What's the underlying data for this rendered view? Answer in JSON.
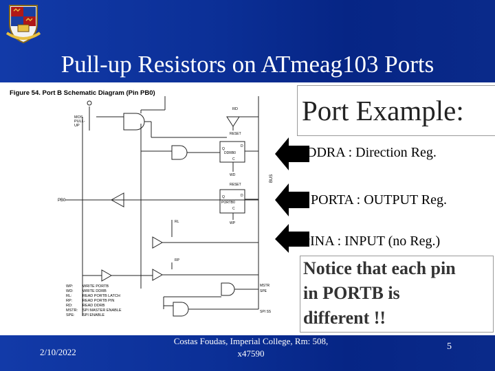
{
  "slide": {
    "title": "Pull-up Resistors on ATmeag103 Ports",
    "date": "2/10/2022",
    "footer_center": "Costas Foudas, Imperial College, Rm: 508, x47590",
    "page_number": "5"
  },
  "figure": {
    "caption": "Figure 54.  Port B Schematic Diagram (Pin PB0)",
    "labels": {
      "mos_pullup": [
        "MOS",
        "PULL-",
        "UP"
      ],
      "pb0": "PB0",
      "rd": "RD",
      "reset1": "RESET",
      "reset2": "RESET",
      "ddrb0": "DDRB0",
      "portb0": "PORTB0",
      "wd": "WD",
      "wp": "WP",
      "rl": "RL",
      "rp": "RP",
      "bus": "BUS",
      "mstr": "MSTR",
      "spe": "SPE",
      "spi_ss": "SPI SS",
      "q": "Q",
      "d": "D",
      "c": "C"
    },
    "legend": [
      {
        "key": "WP:",
        "value": "WRITE PORTB"
      },
      {
        "key": "WD:",
        "value": "WRITE DDRB"
      },
      {
        "key": "RL:",
        "value": "READ PORTB LATCH"
      },
      {
        "key": "RP:",
        "value": "READ PORTB PIN"
      },
      {
        "key": "RD:",
        "value": "READ DDRB"
      },
      {
        "key": "MSTR:",
        "value": "SPI MASTER ENABLE"
      },
      {
        "key": "SPE:",
        "value": "SPI ENABLE"
      }
    ]
  },
  "callouts": {
    "port_example": "Port Example:",
    "ddra": "DDRA : Direction Reg.",
    "porta": "PORTA : OUTPUT Reg.",
    "pina": "PINA   : INPUT (no Reg.)",
    "notice": [
      "Notice that each pin",
      "in PORTB is",
      "different !!"
    ]
  },
  "colors": {
    "background": "#0a2a8a",
    "text_light": "#ffffff",
    "arrow": "#000000"
  }
}
